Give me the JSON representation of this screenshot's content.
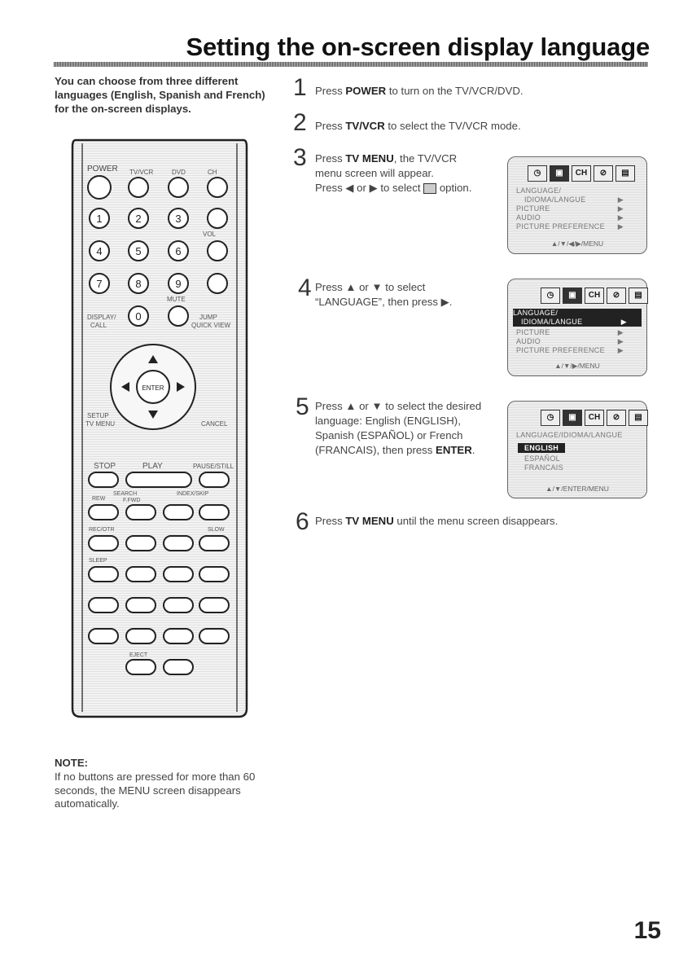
{
  "page_title": "Setting the on-screen display language",
  "intro": "You can choose from three different languages (English, Spanish and French) for the on-screen displays.",
  "remote": {
    "labels": {
      "power": "POWER",
      "tvvcr": "TV/VCR",
      "dvd": "DVD",
      "ch": "CH",
      "vol": "VOL",
      "mute": "MUTE",
      "display": "DISPLAY/",
      "call": "CALL",
      "jump": "JUMP",
      "quickview": "QUICK VIEW",
      "enter": "ENTER",
      "setup": "SETUP",
      "tvmenu": "TV MENU",
      "cancel": "CANCEL",
      "stop": "STOP",
      "play": "PLAY",
      "pause": "PAUSE/STILL",
      "rew": "REW",
      "search": "SEARCH",
      "ffwd": "F.FWD",
      "index": "INDEX/SKIP",
      "recotr": "REC/OTR",
      "slow": "SLOW",
      "sleep": "SLEEP",
      "eject": "EJECT"
    },
    "digits": [
      "1",
      "2",
      "3",
      "4",
      "5",
      "6",
      "7",
      "8",
      "9",
      "0"
    ]
  },
  "steps": [
    {
      "num": "1",
      "pre": "Press ",
      "bold": "POWER",
      "post": " to turn on the TV/VCR/DVD."
    },
    {
      "num": "2",
      "pre": "Press ",
      "bold": "TV/VCR",
      "post": " to select the TV/VCR mode."
    },
    {
      "num": "3",
      "l1_pre": "Press ",
      "l1_bold": "TV MENU",
      "l1_post": ", the TV/VCR",
      "l2": "menu screen will appear.",
      "l3_pre": "Press ◀ or ▶ to select ",
      "l3_post": " option."
    },
    {
      "num": "4",
      "l1": "Press ▲ or ▼ to select",
      "l2": "“LANGUAGE”, then press ▶."
    },
    {
      "num": "5",
      "l1": "Press ▲ or ▼ to select the desired",
      "l2": "language: English (ENGLISH),",
      "l3": "Spanish (ESPAÑOL) or French",
      "l4_pre": "(FRANCAIS), then press ",
      "l4_bold": "ENTER",
      "l4_post": "."
    },
    {
      "num": "6",
      "pre": "Press ",
      "bold": "TV MENU",
      "post": " until the menu screen disappears."
    }
  ],
  "menu1": {
    "rows": [
      "LANGUAGE/",
      "IDIOMA/LANGUE",
      "PICTURE",
      "AUDIO",
      "PICTURE PREFERENCE"
    ],
    "footer": "▲/▼/◀/▶/MENU"
  },
  "menu2": {
    "rows": [
      "LANGUAGE/",
      "IDIOMA/LANGUE",
      "PICTURE",
      "AUDIO",
      "PICTURE PREFERENCE"
    ],
    "footer": "▲/▼/▶/MENU"
  },
  "menu3": {
    "header": "LANGUAGE/IDIOMA/LANGUE",
    "rows": [
      "ENGLISH",
      "ESPAÑOL",
      "FRANCAIS"
    ],
    "footer": "▲/▼/ENTER/MENU"
  },
  "note_heading": "NOTE:",
  "note": "If no buttons are pressed for more than 60 seconds, the MENU screen disappears automatically.",
  "page_number": "15"
}
